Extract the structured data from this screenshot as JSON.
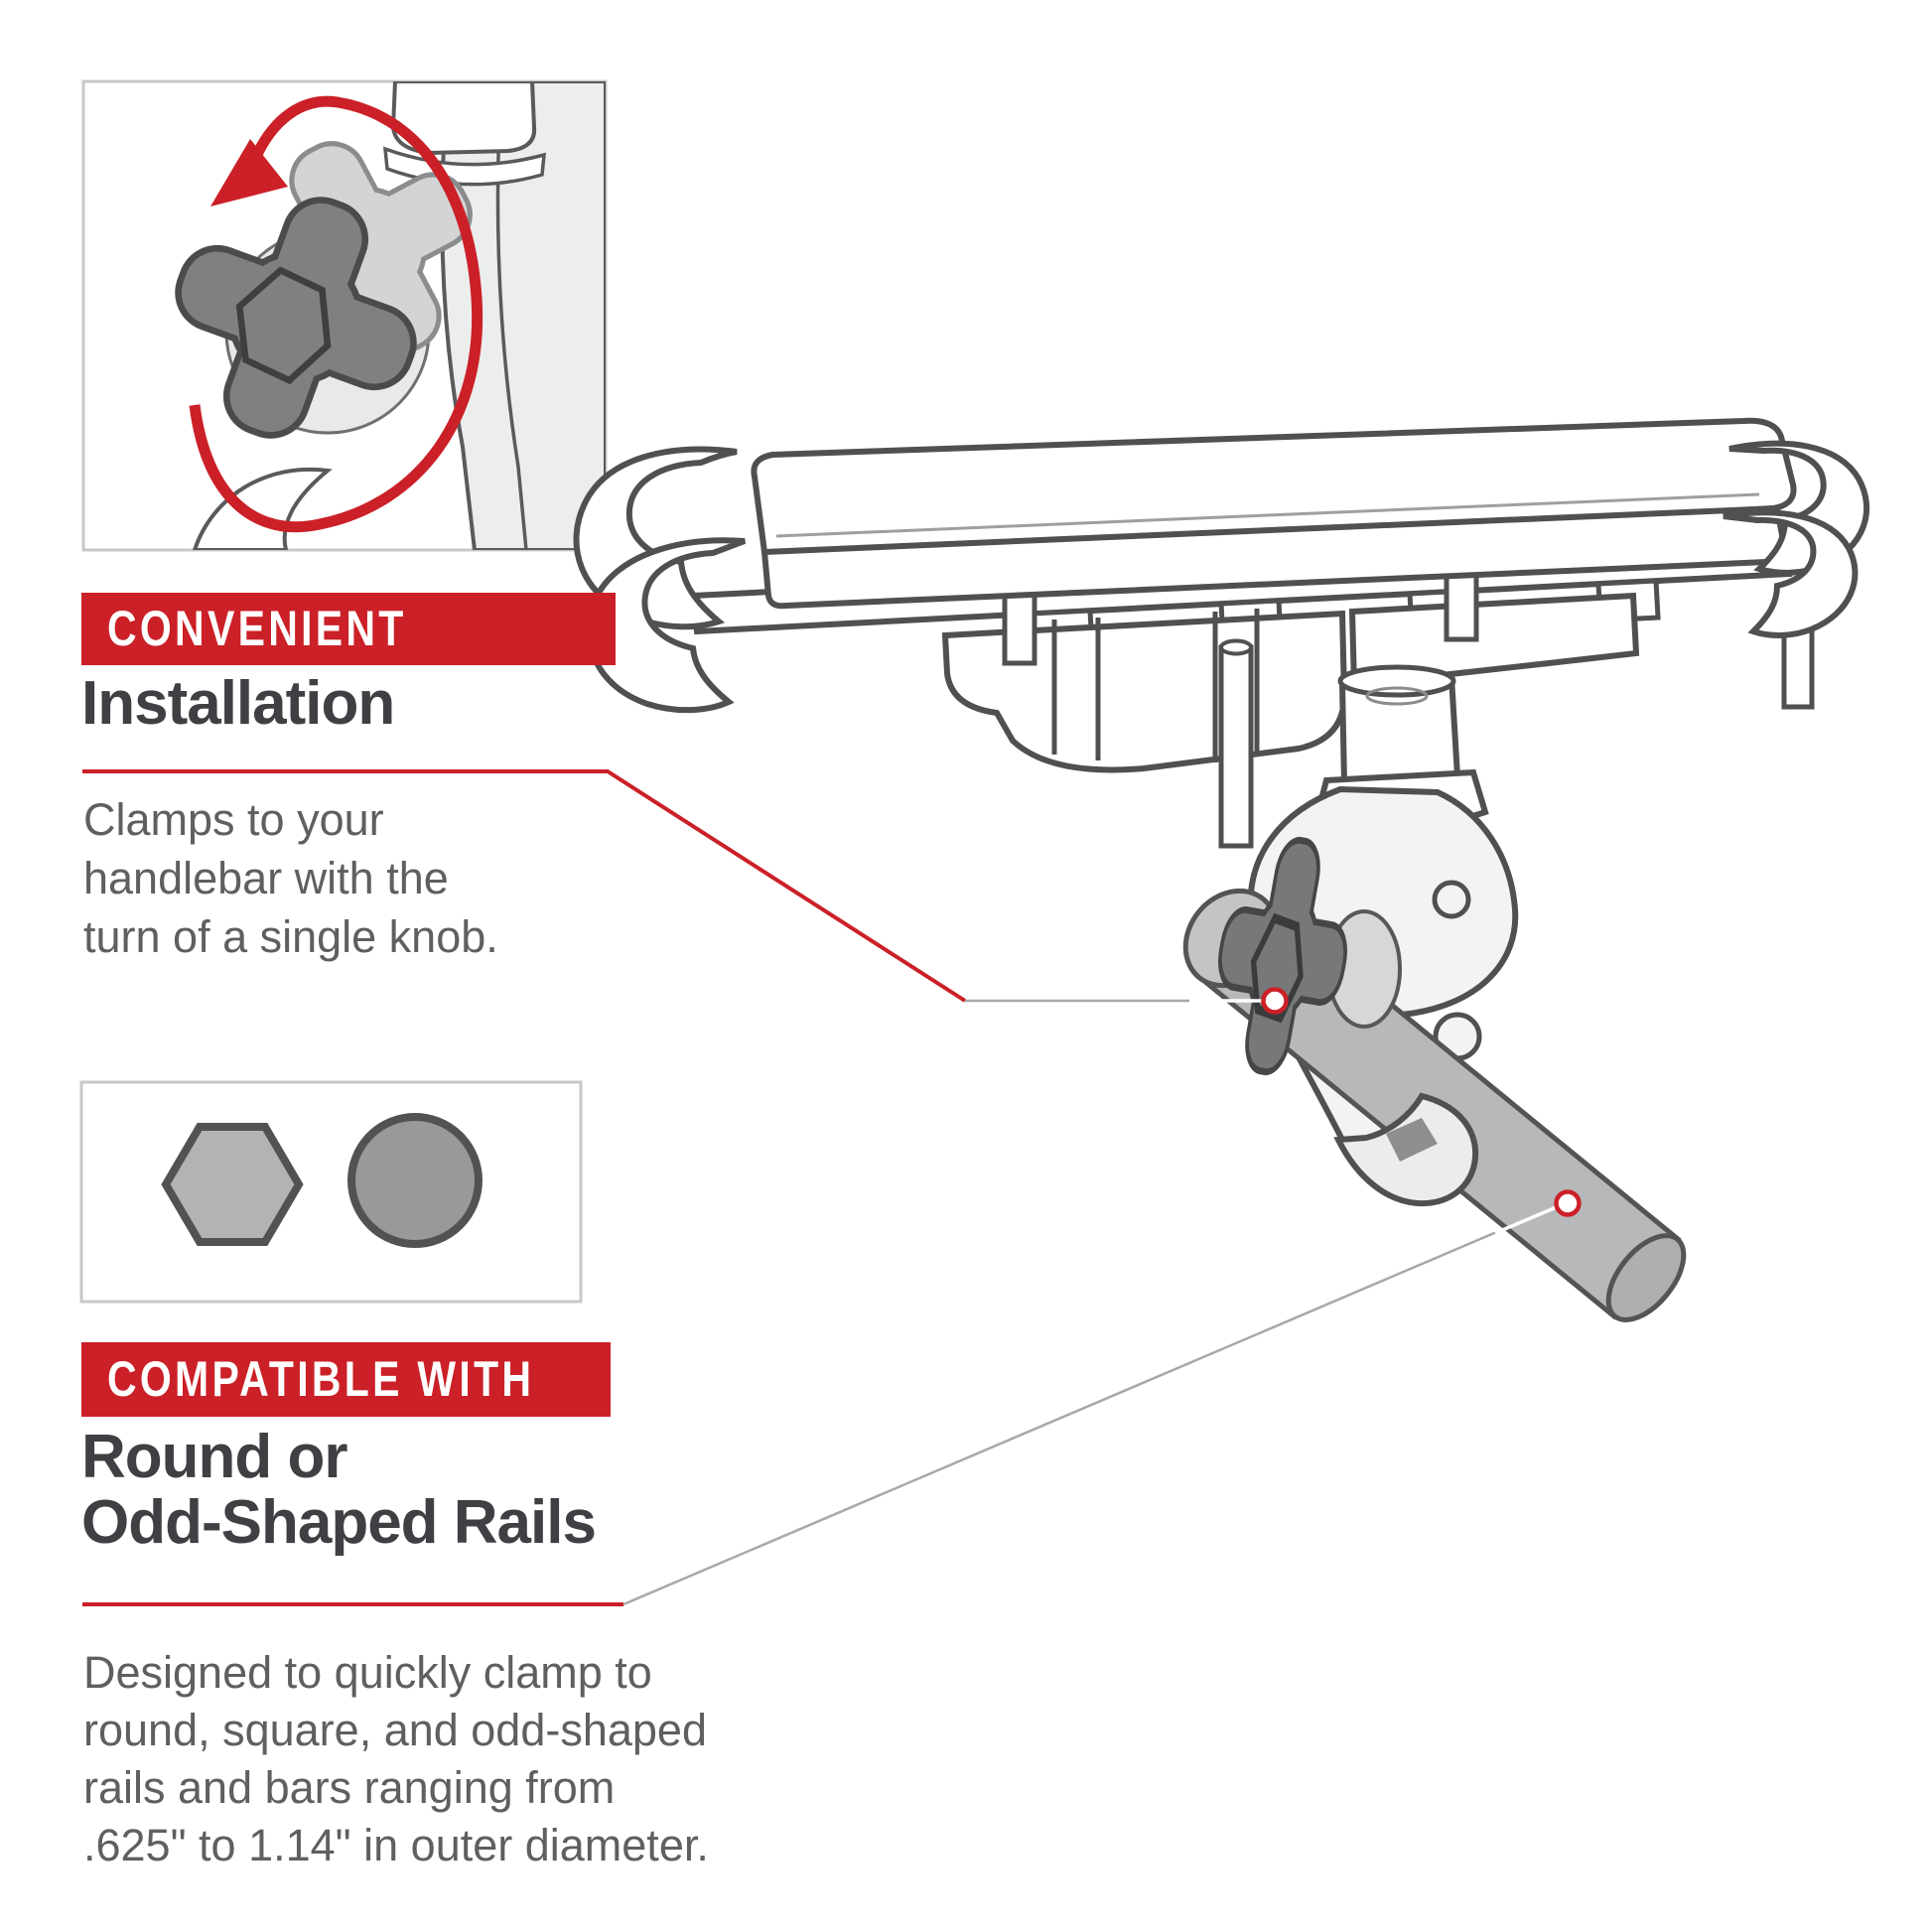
{
  "title": "Phone mount feature infographic",
  "colors": {
    "accent_red": "#cb2027",
    "heading_text": "#3f4043",
    "body_text": "#5e5f61",
    "line_art_outline": "#4f5052",
    "bar_gray": "#b7b8ba",
    "knob_gray": "#77787a"
  },
  "sections": [
    {
      "tag": "CONVENIENT",
      "heading_lines": [
        "Installation"
      ],
      "body_lines": [
        "Clamps to your",
        "handlebar with the",
        "turn of a single knob."
      ]
    },
    {
      "tag": "COMPATIBLE WITH",
      "heading_lines": [
        "Round or",
        "Odd-Shaped Rails"
      ],
      "body_lines": [
        "Designed to quickly clamp to",
        "round, square, and odd-shaped",
        "rails and bars ranging from",
        ".625\" to 1.14\" in outer diameter."
      ]
    }
  ],
  "insets": [
    {
      "name": "knob-turn-inset",
      "icon": "rotation-arrow-knob-icon"
    },
    {
      "name": "rail-shapes-inset",
      "icons": [
        "hexagon-rail-icon",
        "circle-rail-icon"
      ]
    }
  ],
  "illustration": {
    "name": "phone-cradle-on-tough-claw-clamp",
    "callouts": [
      {
        "name": "installation-knob-callout"
      },
      {
        "name": "round-rail-callout"
      }
    ]
  }
}
